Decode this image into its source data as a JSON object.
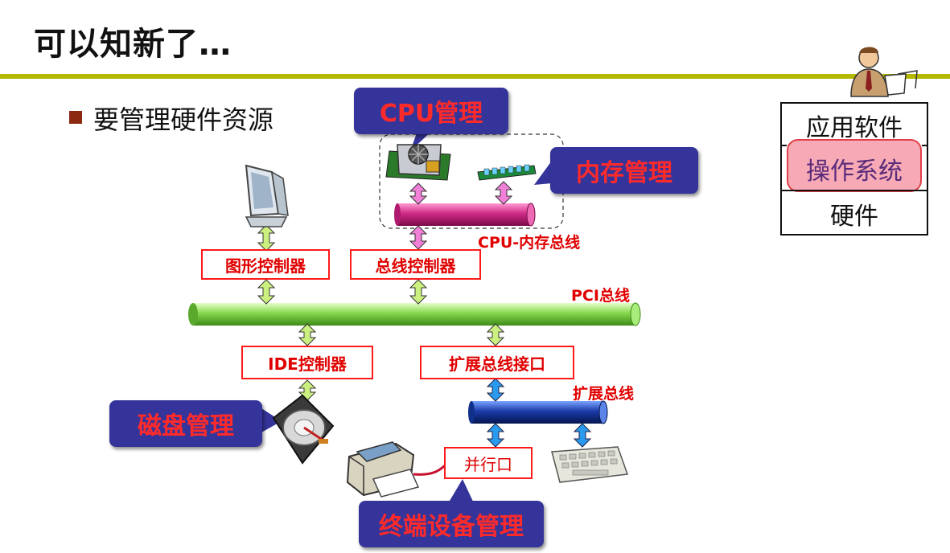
{
  "slide": {
    "title": "可以知新了…",
    "bullet": "要管理硬件资源"
  },
  "callouts": {
    "cpu": "CPU管理",
    "memory": "内存管理",
    "disk": "磁盘管理",
    "terminal": "终端设备管理"
  },
  "controllers": {
    "graphics": "图形控制器",
    "bus": "总线控制器",
    "ide": "IDE控制器",
    "expansion_interface": "扩展总线接口",
    "parallel_port": "并行口"
  },
  "buses": {
    "cpu_memory": "CPU-内存总线",
    "pci": "PCI总线",
    "expansion": "扩展总线"
  },
  "layer_stack": {
    "application": "应用软件",
    "os": "操作系统",
    "hardware": "硬件"
  },
  "icons": [
    "monitor-icon",
    "cpu-chip-icon",
    "memory-module-icon",
    "hard-disk-icon",
    "printer-icon",
    "keyboard-icon",
    "businessman-icon"
  ],
  "colors": {
    "accent_rule": "#b5b800",
    "callout_bg": "#34349a",
    "callout_text": "#ff2a2a",
    "label_red": "#e00000",
    "pci_bus": "#7cd64a",
    "cpu_bus": "#c81a7a",
    "expansion_bus": "#1a3aa8",
    "os_highlight": "#f7aab5"
  }
}
